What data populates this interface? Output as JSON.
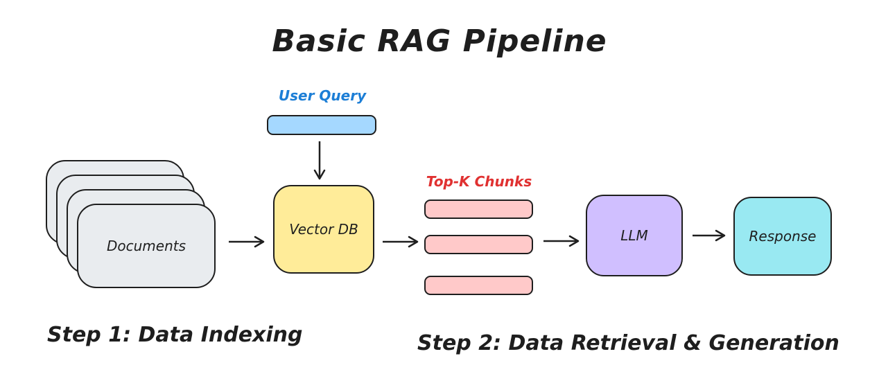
{
  "title": "Basic RAG Pipeline",
  "nodes": {
    "user_query": {
      "label": "User Query"
    },
    "documents": {
      "label": "Documents"
    },
    "vector_db": {
      "label": "Vector DB"
    },
    "top_k_chunks": {
      "label": "Top-K Chunks",
      "chunk_count": 3
    },
    "llm": {
      "label": "LLM"
    },
    "response": {
      "label": "Response"
    }
  },
  "captions": {
    "step1": "Step 1: Data Indexing",
    "step2": "Step 2: Data Retrieval & Generation"
  },
  "colors": {
    "stroke": "#1e1e1e",
    "user_query_label": "#1c7ed6",
    "user_query_fill": "#a5d8ff",
    "documents_fill": "#e9ecef",
    "vector_db_fill": "#ffec99",
    "top_k_label": "#e03131",
    "chunk_fill": "#ffc9c9",
    "llm_fill": "#d0bfff",
    "response_fill": "#99e9f2",
    "background": "#ffffff"
  }
}
